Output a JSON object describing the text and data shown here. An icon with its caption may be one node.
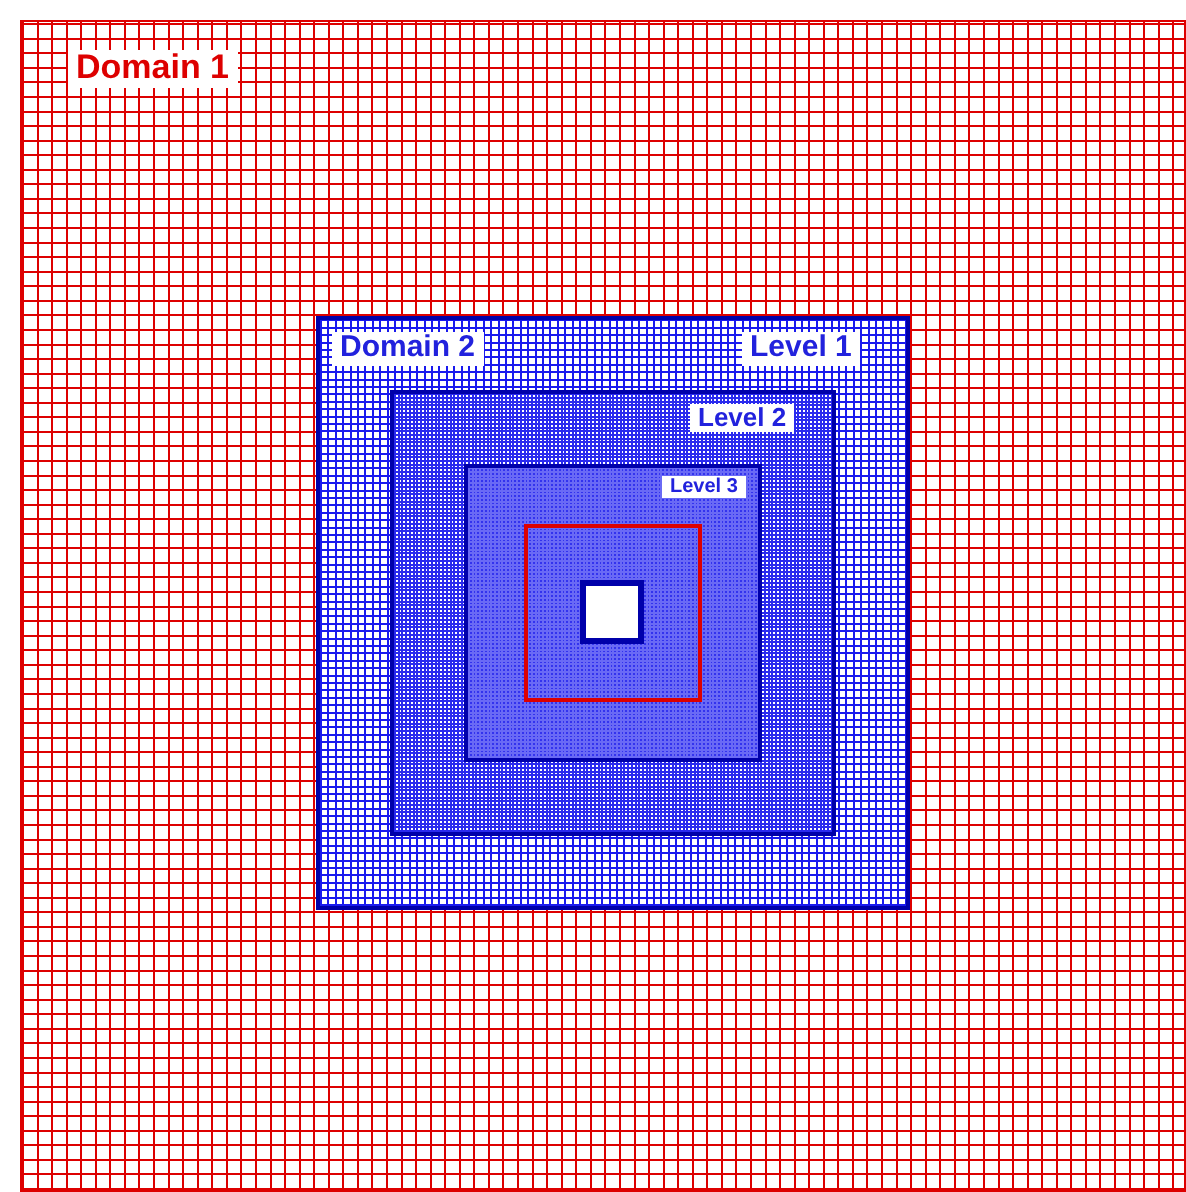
{
  "diagram": {
    "nodes": [
      {
        "text": [
          "Domain 1"
        ]
      },
      {
        "text": [
          "Domain 2",
          "Level 1"
        ],
        "in": 0
      },
      {
        "text": [
          "Level 2"
        ],
        "in": 1
      },
      {
        "text": [
          "Level 3"
        ],
        "in": 2
      },
      {
        "text": [],
        "shape": "box",
        "in": 3
      },
      {
        "text": [],
        "shape": "box",
        "in": 4
      }
    ]
  }
}
